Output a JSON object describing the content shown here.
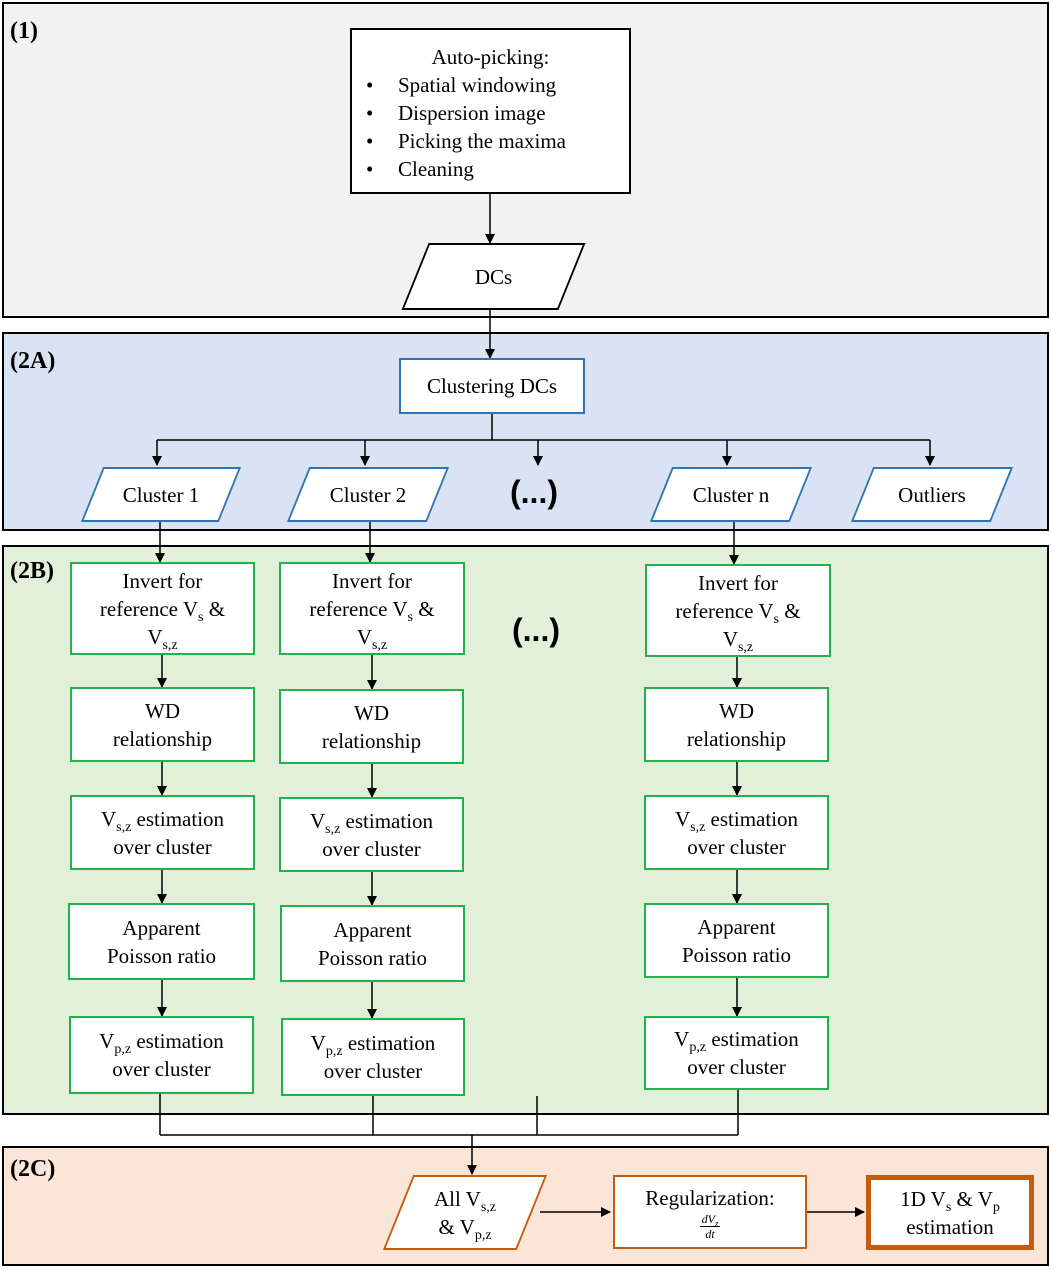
{
  "panels": {
    "p1": "(1)",
    "p2a": "(2A)",
    "p2b": "(2B)",
    "p2c": "(2C)"
  },
  "colors": {
    "panel1_fill": "#f2f2f2",
    "panel2a_fill": "#dae3f3",
    "panel2b_fill": "#e2f0d9",
    "panel2c_fill": "#fbe5d6",
    "blue": "#2e75b6",
    "green": "#22b14c",
    "orange": "#c55a11"
  },
  "autopicking": {
    "title": "Auto-picking:",
    "items": [
      "Spatial windowing",
      "Dispersion image",
      "Picking the maxima",
      "Cleaning"
    ],
    "bullet": "•"
  },
  "dcs": "DCs",
  "clustering": "Clustering DCs",
  "clusters": [
    "Cluster 1",
    "Cluster 2",
    "Cluster n",
    "Outliers"
  ],
  "ellipsis": "(...)",
  "steps": {
    "invert_line1": "Invert for",
    "invert_line2_pre": "reference V",
    "invert_line2_sub": "s",
    "invert_line2_post": " &",
    "invert_line3_pre": "V",
    "invert_line3_sub": "s,z",
    "wd_line1": "WD",
    "wd_line2": "relationship",
    "vsz_pre": "V",
    "vsz_sub": "s,z",
    "vsz_post": " estimation",
    "over_cluster": "over cluster",
    "poisson_line1": "Apparent",
    "poisson_line2": "Poisson ratio",
    "vpz_pre": "V",
    "vpz_sub": "p,z",
    "vpz_post": " estimation"
  },
  "final": {
    "all_pre": "All V",
    "all_sub": "s,z",
    "and_pre": "& V",
    "and_sub": "p,z",
    "reg_title": "Regularization:",
    "reg_num": "dV",
    "reg_num_sub": "z",
    "reg_den": "dt",
    "est_pre": "1D V",
    "est_sub1": "s",
    "est_mid": " & V",
    "est_sub2": "p",
    "est_line2": "estimation"
  }
}
